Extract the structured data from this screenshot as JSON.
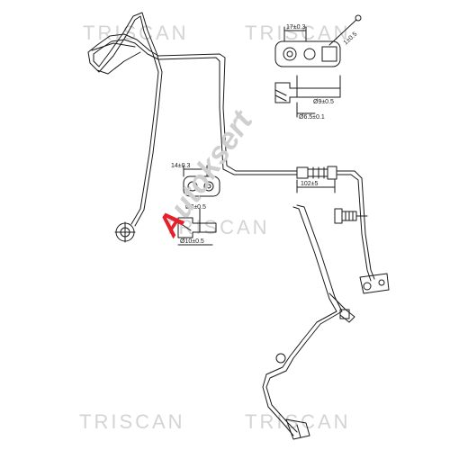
{
  "watermarks": {
    "top_left": "TRISCAN",
    "top_right": "TRISCAN",
    "middle": "TRISCAN",
    "bottom_left": "TRISCAN",
    "bottom_right": "TRISCAN"
  },
  "brand": {
    "first_letter": "A",
    "rest": "utoksert"
  },
  "dimensions": {
    "d_17": "17±0.3",
    "d_arrow": "1±0.5",
    "d_9": "Ø9±0.5",
    "d_65": "Ø6.5±0.1",
    "d_14": "14±0.3",
    "d_7": "Ø7±0.5",
    "d_10": "Ø10±0.5",
    "d_102": "102±5"
  },
  "colors": {
    "line": "#1a1a1a",
    "watermark": "#d4d4d4",
    "brand_red": "#e5202a",
    "brand_gray": "#cfcfcf"
  }
}
